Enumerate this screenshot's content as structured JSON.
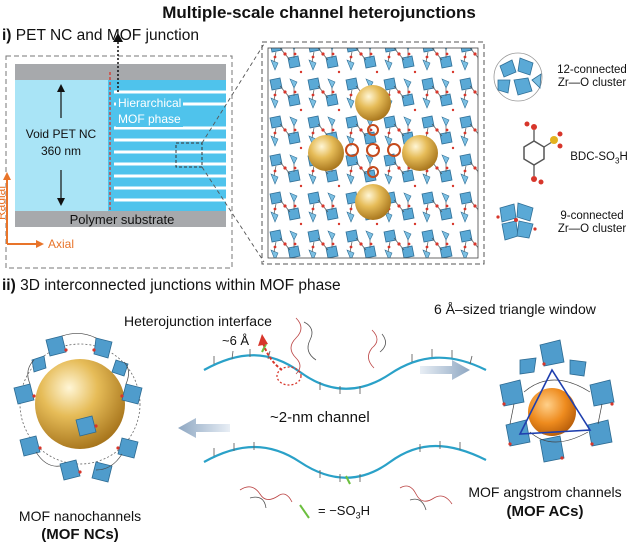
{
  "title": "Multiple-scale channel heterojunctions",
  "section_i": {
    "prefix": "i)",
    "label": "PET NC and MOF junction"
  },
  "section_ii": {
    "prefix": "ii)",
    "label": "3D interconnected junctions within MOF phase"
  },
  "panel_i": {
    "void_label_1": "Void PET NC",
    "void_label_2": "360 nm",
    "mof_label_1": "Hierarchical",
    "mof_label_2": "MOF phase",
    "substrate_label": "Polymer substrate",
    "radial_label": "Radial",
    "axial_label": "Axial"
  },
  "legend": {
    "cluster12_line1": "12-connected",
    "cluster12_line2": "Zr—O cluster",
    "linker": "BDC-SO",
    "linker_sub": "3",
    "linker_end": "H",
    "cluster9_line1": "9-connected",
    "cluster9_line2": "Zr—O cluster"
  },
  "panel_ii": {
    "interface_label": "Heterojunction interface",
    "interface_size": "~6 Å",
    "window_label": "6 Å–sized triangle window",
    "channel_label": "~2-nm channel",
    "so3h_eq": "= −SO",
    "so3h_sub": "3",
    "so3h_end": "H",
    "nc_caption": "MOF nanochannels",
    "nc_short": "(MOF NCs)",
    "ac_caption": "MOF angstrom channels",
    "ac_short": "(MOF ACs)"
  },
  "colors": {
    "void_blue": "#a9e4f6",
    "mof_blue": "#4fc3ec",
    "substrate_gray": "#a7a9ac",
    "cluster_blue": "#5aa9d6",
    "sphere_gold": "#e9b94e",
    "channel_line": "#2aa1c8",
    "axis_orange": "#e8742a",
    "interface_red": "#d7362b"
  }
}
